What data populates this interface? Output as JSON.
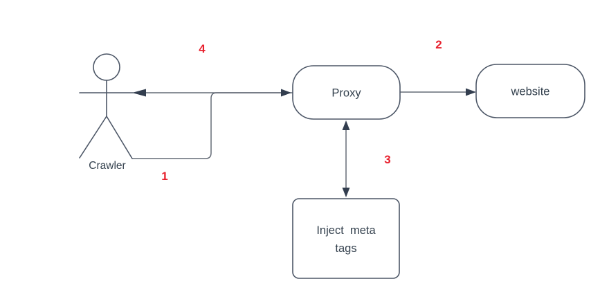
{
  "colors": {
    "bg": "#ffffff",
    "node-stroke": "#4d5767",
    "edge-line": "#646b76",
    "arrow-fill": "#333e4f",
    "text-color": "#33404d",
    "accent-red": "#e8212e"
  },
  "diagram": {
    "actor": {
      "label": "Crawler"
    },
    "nodes": {
      "proxy": {
        "label": "Proxy"
      },
      "website": {
        "label": "website"
      },
      "inject": {
        "lines": [
          "Inject  meta",
          "tags"
        ]
      }
    },
    "steps": {
      "step1": {
        "label": "1"
      },
      "step2": {
        "label": "2"
      },
      "step3": {
        "label": "3"
      },
      "step4": {
        "label": "4"
      }
    }
  }
}
